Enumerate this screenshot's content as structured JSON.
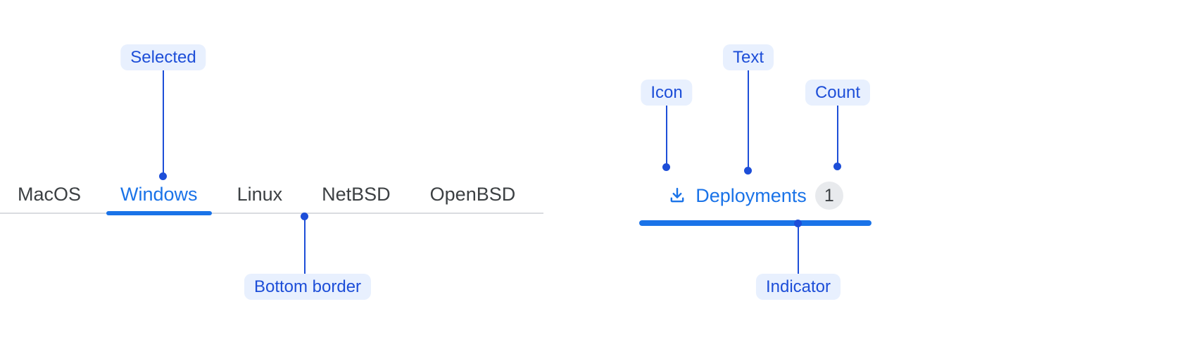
{
  "colors": {
    "accent_blue": "#1A73E8",
    "annotation_blue": "#1D4ED8",
    "pill_bg": "#E8F0FE",
    "tab_text": "#3C4043",
    "border_gray": "#DADCE0",
    "badge_bg": "#E8EAED",
    "badge_text": "#3C4043"
  },
  "tabbar": {
    "tabs": [
      {
        "label": "MacOS",
        "selected": false
      },
      {
        "label": "Windows",
        "selected": true
      },
      {
        "label": "Linux",
        "selected": false
      },
      {
        "label": "NetBSD",
        "selected": false
      },
      {
        "label": "OpenBSD",
        "selected": false
      }
    ]
  },
  "deployments_tab": {
    "icon": "download-icon",
    "label": "Deployments",
    "count": "1"
  },
  "annotations": {
    "selected": {
      "label": "Selected"
    },
    "bottom_border": {
      "label": "Bottom border"
    },
    "icon": {
      "label": "Icon"
    },
    "text": {
      "label": "Text"
    },
    "count": {
      "label": "Count"
    },
    "indicator": {
      "label": "Indicator"
    }
  }
}
